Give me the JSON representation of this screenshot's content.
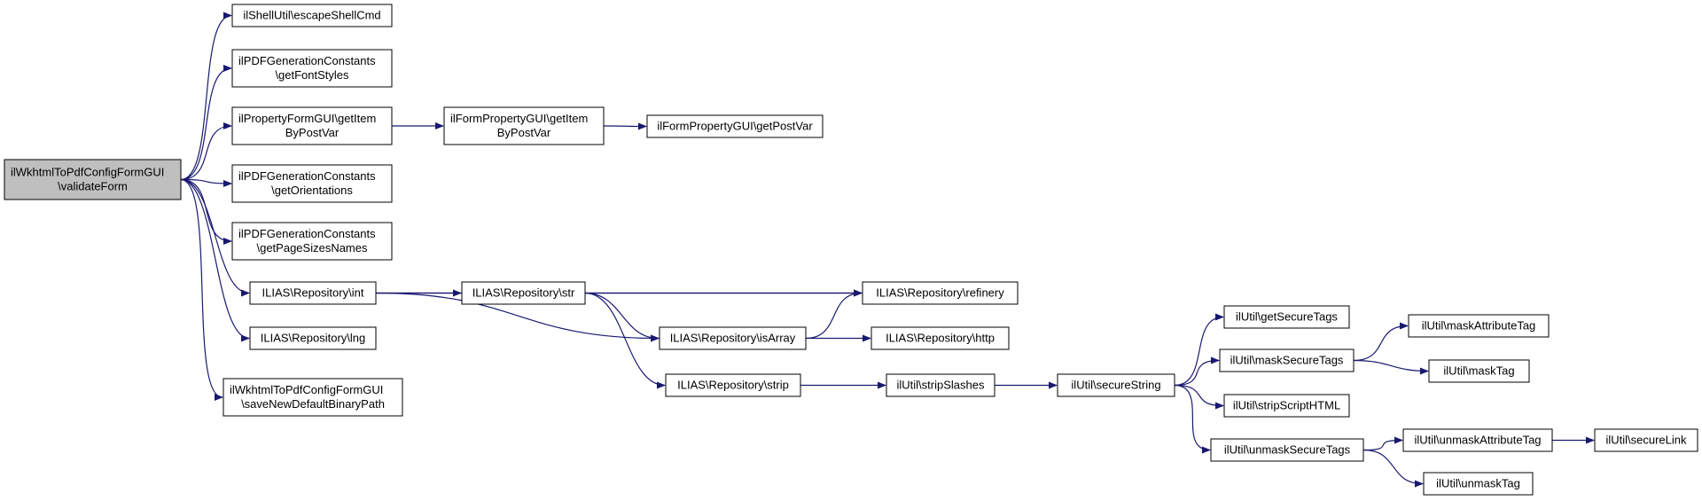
{
  "graph": {
    "edge_color": "#191970",
    "node_fill": "#ffffff",
    "root_fill": "#bfbfbf",
    "nodes": [
      {
        "id": "root",
        "lines": [
          "ilWkhtmlToPdfConfigFormGUI",
          "\\validateForm"
        ],
        "root": true
      },
      {
        "id": "escape",
        "lines": [
          "ilShellUtil\\escapeShellCmd"
        ]
      },
      {
        "id": "fontstyles",
        "lines": [
          "ilPDFGenerationConstants",
          "\\getFontStyles"
        ]
      },
      {
        "id": "propitem",
        "lines": [
          "ilPropertyFormGUI\\getItem",
          "ByPostVar"
        ]
      },
      {
        "id": "formprop",
        "lines": [
          "ilFormPropertyGUI\\getItem",
          "ByPostVar"
        ]
      },
      {
        "id": "getpostvar",
        "lines": [
          "ilFormPropertyGUI\\getPostVar"
        ]
      },
      {
        "id": "orient",
        "lines": [
          "ilPDFGenerationConstants",
          "\\getOrientations"
        ]
      },
      {
        "id": "pagesizes",
        "lines": [
          "ilPDFGenerationConstants",
          "\\getPageSizesNames"
        ]
      },
      {
        "id": "int",
        "lines": [
          "ILIAS\\Repository\\int"
        ]
      },
      {
        "id": "str",
        "lines": [
          "ILIAS\\Repository\\str"
        ]
      },
      {
        "id": "refinery",
        "lines": [
          "ILIAS\\Repository\\refinery"
        ]
      },
      {
        "id": "isarray",
        "lines": [
          "ILIAS\\Repository\\isArray"
        ]
      },
      {
        "id": "http",
        "lines": [
          "ILIAS\\Repository\\http"
        ]
      },
      {
        "id": "strip",
        "lines": [
          "ILIAS\\Repository\\strip"
        ]
      },
      {
        "id": "lng",
        "lines": [
          "ILIAS\\Repository\\lng"
        ]
      },
      {
        "id": "savebin",
        "lines": [
          "ilWkhtmlToPdfConfigFormGUI",
          "\\saveNewDefaultBinaryPath"
        ]
      },
      {
        "id": "stripslashes",
        "lines": [
          "ilUtil\\stripSlashes"
        ]
      },
      {
        "id": "securestring",
        "lines": [
          "ilUtil\\secureString"
        ]
      },
      {
        "id": "getsecuretags",
        "lines": [
          "ilUtil\\getSecureTags"
        ]
      },
      {
        "id": "masksecuretags",
        "lines": [
          "ilUtil\\maskSecureTags"
        ]
      },
      {
        "id": "stripscript",
        "lines": [
          "ilUtil\\stripScriptHTML"
        ]
      },
      {
        "id": "unmasksecuretags",
        "lines": [
          "ilUtil\\unmaskSecureTags"
        ]
      },
      {
        "id": "maskattr",
        "lines": [
          "ilUtil\\maskAttributeTag"
        ]
      },
      {
        "id": "masktag",
        "lines": [
          "ilUtil\\maskTag"
        ]
      },
      {
        "id": "unmaskattr",
        "lines": [
          "ilUtil\\unmaskAttributeTag"
        ]
      },
      {
        "id": "securelink",
        "lines": [
          "ilUtil\\secureLink"
        ]
      },
      {
        "id": "unmasktag",
        "lines": [
          "ilUtil\\unmaskTag"
        ]
      }
    ],
    "edges": [
      [
        "root",
        "escape"
      ],
      [
        "root",
        "fontstyles"
      ],
      [
        "root",
        "propitem"
      ],
      [
        "root",
        "orient"
      ],
      [
        "root",
        "pagesizes"
      ],
      [
        "root",
        "int"
      ],
      [
        "root",
        "lng"
      ],
      [
        "root",
        "savebin"
      ],
      [
        "propitem",
        "formprop"
      ],
      [
        "formprop",
        "getpostvar"
      ],
      [
        "int",
        "str"
      ],
      [
        "int",
        "refinery"
      ],
      [
        "int",
        "isarray"
      ],
      [
        "str",
        "refinery"
      ],
      [
        "str",
        "isarray"
      ],
      [
        "str",
        "strip"
      ],
      [
        "isarray",
        "refinery"
      ],
      [
        "isarray",
        "http"
      ],
      [
        "strip",
        "stripslashes"
      ],
      [
        "stripslashes",
        "securestring"
      ],
      [
        "securestring",
        "getsecuretags"
      ],
      [
        "securestring",
        "masksecuretags"
      ],
      [
        "securestring",
        "stripscript"
      ],
      [
        "securestring",
        "unmasksecuretags"
      ],
      [
        "masksecuretags",
        "maskattr"
      ],
      [
        "masksecuretags",
        "masktag"
      ],
      [
        "unmasksecuretags",
        "unmaskattr"
      ],
      [
        "unmasksecuretags",
        "unmasktag"
      ],
      [
        "unmaskattr",
        "securelink"
      ]
    ]
  }
}
